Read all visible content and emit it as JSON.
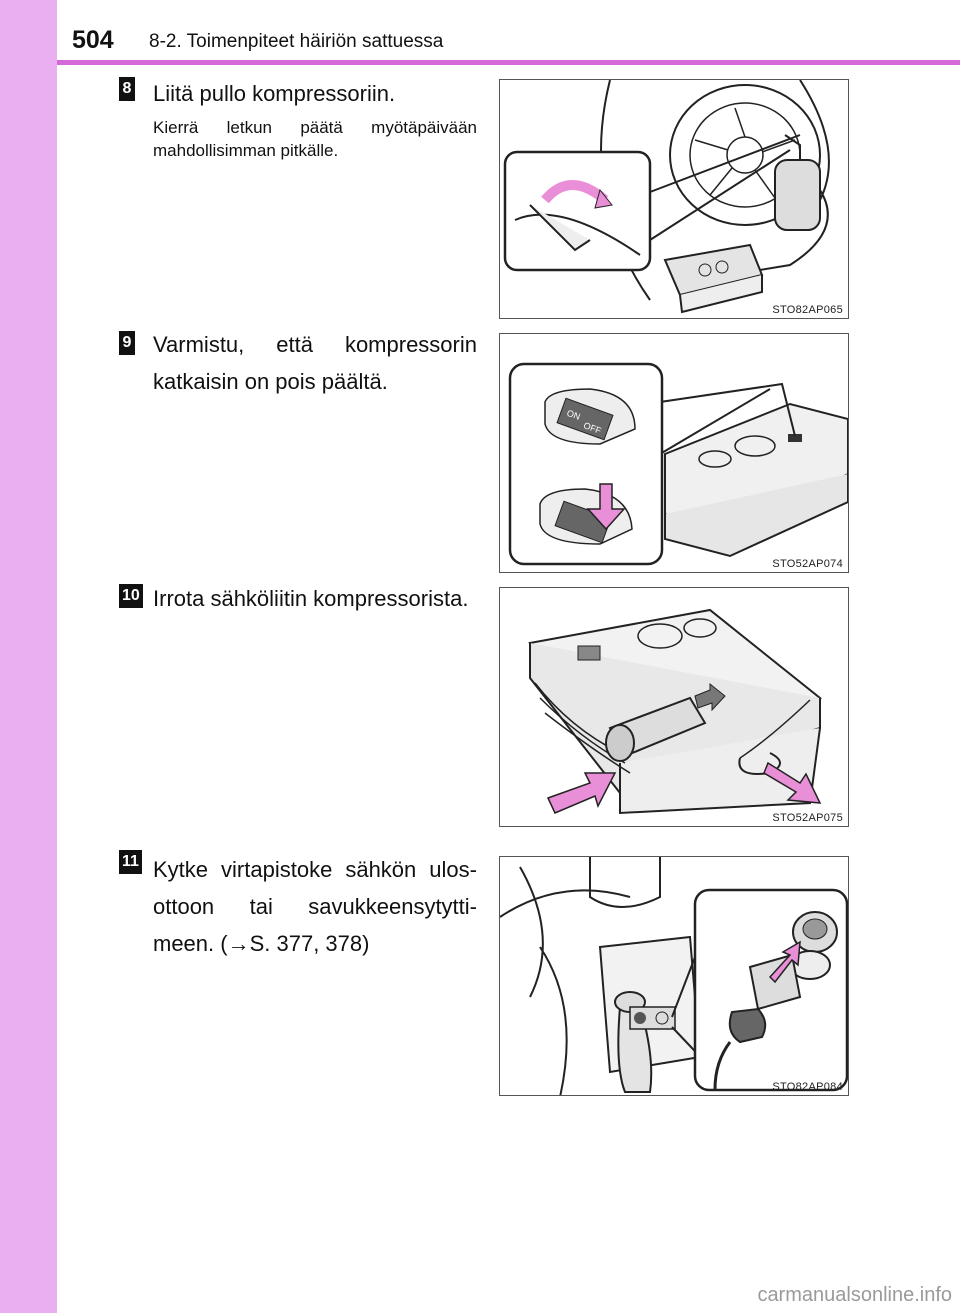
{
  "header": {
    "page_number": "504",
    "section_title": "8-2. Toimenpiteet häiriön sattuessa"
  },
  "steps": [
    {
      "number": "8",
      "title": "Liitä pullo kompressoriin.",
      "note": "Kierrä letkun päätä myötäpäivään mahdollisimman pitkälle.",
      "figure_code": "STO82AP065"
    },
    {
      "number": "9",
      "title": "Varmistu, että kompressorin katkaisin on pois päältä.",
      "figure_code": "STO52AP074",
      "switch_on": "ON",
      "switch_off": "OFF"
    },
    {
      "number": "10",
      "title": "Irrota sähköliitin kompressorista.",
      "figure_code": "STO52AP075"
    },
    {
      "number": "11",
      "title": "Kytke virtapistoke sähkön ulos-ottoon tai savukkeensytytti-meen. (→S. 377, 378)",
      "figure_code": "STO82AP084"
    }
  ],
  "watermark": "carmanualsonline.info",
  "colors": {
    "side_band": "#e9aff0",
    "header_rule": "#d46ad8",
    "arrow_pink": "#e98fd8"
  }
}
